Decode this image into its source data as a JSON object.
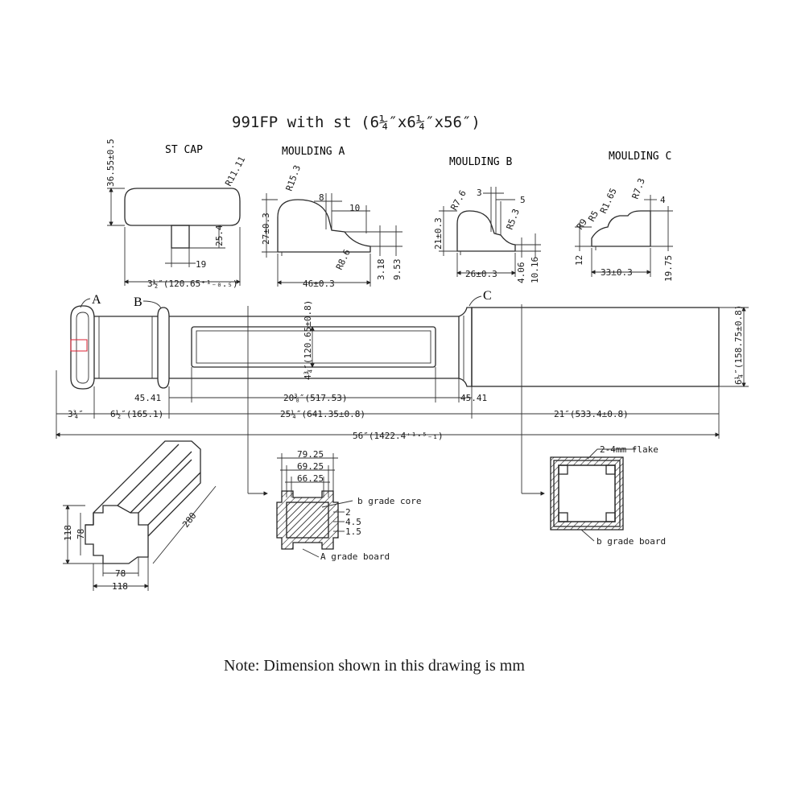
{
  "title": "991FP with st (6¼″x6¼″x56″)",
  "note": "Note: Dimension shown in this drawing is mm",
  "st_cap": {
    "label": "ST CAP",
    "height": "36.55±0.5",
    "radius": "R11.11",
    "neck_height": "25.4",
    "neck_width": "19",
    "width": "3½″(120.65⁺¹₋₀.₅)"
  },
  "moulding_a": {
    "label": "MOULDING A",
    "radius_top": "R15.3",
    "dim_8": "8",
    "dim_10": "10",
    "height": "27±0.3",
    "radius_low": "R8.6",
    "dim_318": "3.18",
    "dim_953": "9.53",
    "width": "46±0.3"
  },
  "moulding_b": {
    "label": "MOULDING B",
    "dim_3": "3",
    "dim_5": "5",
    "radius_top": "R7.6",
    "radius_right": "R5.3",
    "height": "21±0.3",
    "dim_406": "4.06",
    "dim_1016": "10.16",
    "width": "26±0.3"
  },
  "moulding_c": {
    "label": "MOULDING C",
    "radius_top": "R7.3",
    "dim_4": "4",
    "radius_mid": "R1.65",
    "radius_small": "R5",
    "radius_low": "R9",
    "dim_12": "12",
    "width": "33±0.3",
    "dim_1975": "19.75"
  },
  "elevation": {
    "label_a": "A",
    "label_b": "B",
    "label_c": "C",
    "panel_height": "4¾″(120.65±0.8)",
    "total_height": "6¼″(158.75±0.8)",
    "left_gap": "45.41",
    "panel_width": "20⅜″(517.53)",
    "right_gap": "45.41",
    "seg_1": "3¾″",
    "seg_2": "6½″(165.1)",
    "seg_3": "25¼″(641.35±0.8)",
    "seg_4": "21″(533.4±0.8)",
    "overall": "56″(1422.4⁺¹·⁵₋₁)"
  },
  "core_iso": {
    "dim_280": "280",
    "dim_118_v": "118",
    "dim_78_v": "78",
    "dim_78_h": "78",
    "dim_118_h": "118"
  },
  "section_1": {
    "dim_7925": "79.25",
    "dim_6925": "69.25",
    "dim_6625": "66.25",
    "label_core": "b grade core",
    "dim_2": "2",
    "dim_45": "4.5",
    "dim_15": "1.5",
    "label_board": "A grade board"
  },
  "section_2": {
    "label_flake": "2-4mm  flake",
    "label_board": "b grade board"
  }
}
